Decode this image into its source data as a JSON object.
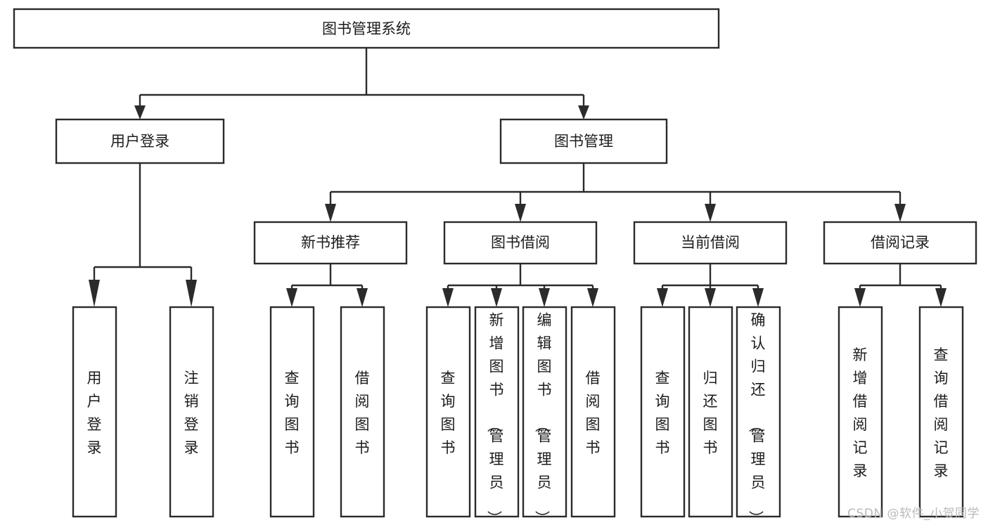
{
  "diagram": {
    "title": "图书管理系统",
    "type": "tree-hierarchy",
    "orientation": "top-down",
    "colors": {
      "stroke": "#2b2b2b",
      "fill": "#ffffff",
      "text": "#1c1c1c",
      "watermark": "#b9b9b9"
    },
    "levels": {
      "root": {
        "label": "图书管理系统"
      },
      "level2": [
        {
          "label": "用户登录"
        },
        {
          "label": "图书管理"
        }
      ],
      "level3": [
        {
          "label": "新书推荐"
        },
        {
          "label": "图书借阅"
        },
        {
          "label": "当前借阅"
        },
        {
          "label": "借阅记录"
        }
      ]
    },
    "nodes": {
      "root": "图书管理系统",
      "user_login": "用户登录",
      "book_manage": "图书管理",
      "new_book_rec": "新书推荐",
      "book_borrow": "图书借阅",
      "current_borrow": "当前借阅",
      "borrow_record": "借阅记录"
    },
    "leaves": {
      "user_login": [
        "用户登录",
        "注销登录"
      ],
      "new_book_rec": [
        "查询图书",
        "借阅图书"
      ],
      "book_borrow": [
        "查询图书",
        "新增图书（管理员）",
        "编辑图书（管理员）",
        "借阅图书"
      ],
      "current_borrow": [
        "查询图书",
        "归还图书",
        "确认归还（管理员）"
      ],
      "borrow_record": [
        "新增借阅记录",
        "查询借阅记录"
      ]
    }
  },
  "watermark": {
    "text": "CSDN @软件_小贺同学"
  }
}
